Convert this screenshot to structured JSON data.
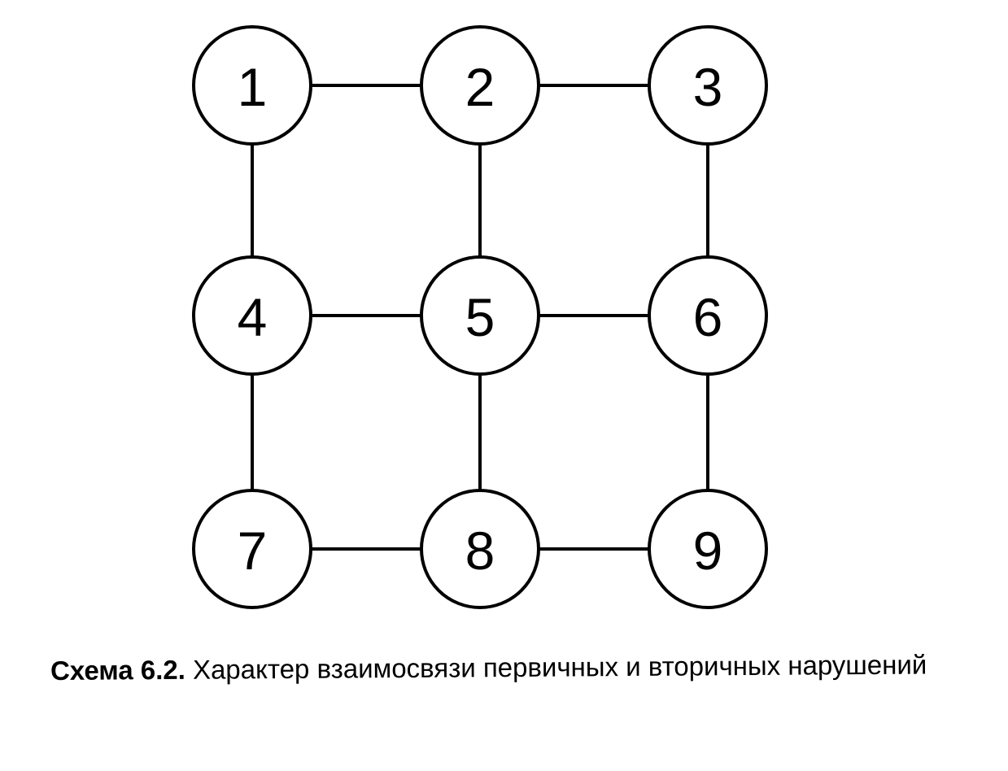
{
  "diagram": {
    "nodes": [
      {
        "id": "1",
        "label": "1"
      },
      {
        "id": "2",
        "label": "2"
      },
      {
        "id": "3",
        "label": "3"
      },
      {
        "id": "4",
        "label": "4"
      },
      {
        "id": "5",
        "label": "5"
      },
      {
        "id": "6",
        "label": "6"
      },
      {
        "id": "7",
        "label": "7"
      },
      {
        "id": "8",
        "label": "8"
      },
      {
        "id": "9",
        "label": "9"
      }
    ],
    "edges": [
      [
        "1",
        "2"
      ],
      [
        "2",
        "3"
      ],
      [
        "4",
        "5"
      ],
      [
        "5",
        "6"
      ],
      [
        "7",
        "8"
      ],
      [
        "8",
        "9"
      ],
      [
        "1",
        "4"
      ],
      [
        "4",
        "7"
      ],
      [
        "2",
        "5"
      ],
      [
        "5",
        "8"
      ],
      [
        "3",
        "6"
      ],
      [
        "6",
        "9"
      ]
    ]
  },
  "caption": {
    "prefix": "Схема 6.2.",
    "text": "Характер взаимосвязи первичных и вторичных нарушений"
  }
}
